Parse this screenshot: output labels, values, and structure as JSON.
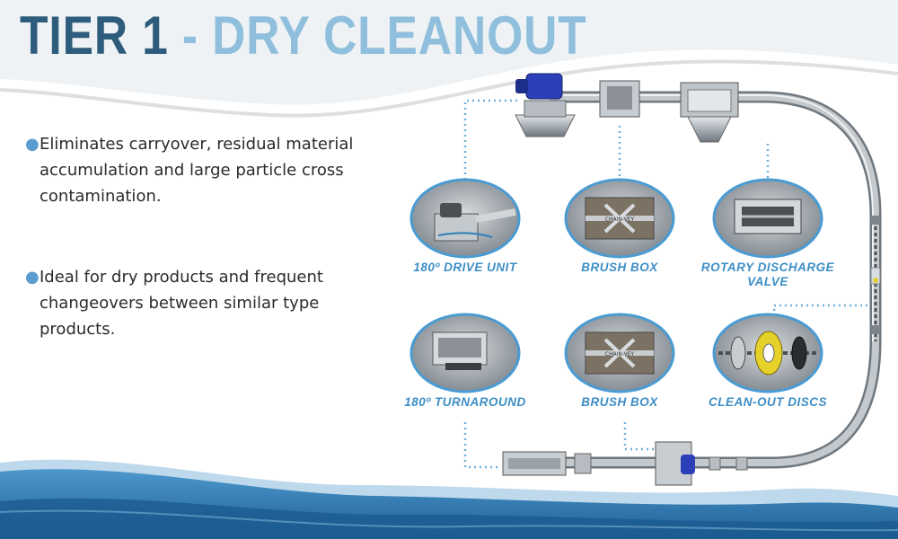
{
  "title": {
    "part1": "TIER 1",
    "part2": "- DRY CLEANOUT"
  },
  "bullets": [
    "Eliminates carryover, residual material accumulation and large particle cross contamination.",
    "Ideal for dry products and frequent changeovers between similar type products."
  ],
  "components": [
    {
      "label": "180º DRIVE UNIT"
    },
    {
      "label": "BRUSH BOX"
    },
    {
      "label": "ROTARY DISCHARGE VALVE"
    },
    {
      "label": "180º TURNAROUND"
    },
    {
      "label": "BRUSH BOX"
    },
    {
      "label": "CLEAN-OUT DISCS"
    }
  ],
  "brand_mark": "CHAIN-VEY",
  "colors": {
    "title_dark": "#2d5c7c",
    "title_light": "#8fbfdc",
    "label_blue": "#3d8ec6",
    "wave_blue": "#2f7fb9",
    "bullet_dot": "#5a9ccd"
  }
}
